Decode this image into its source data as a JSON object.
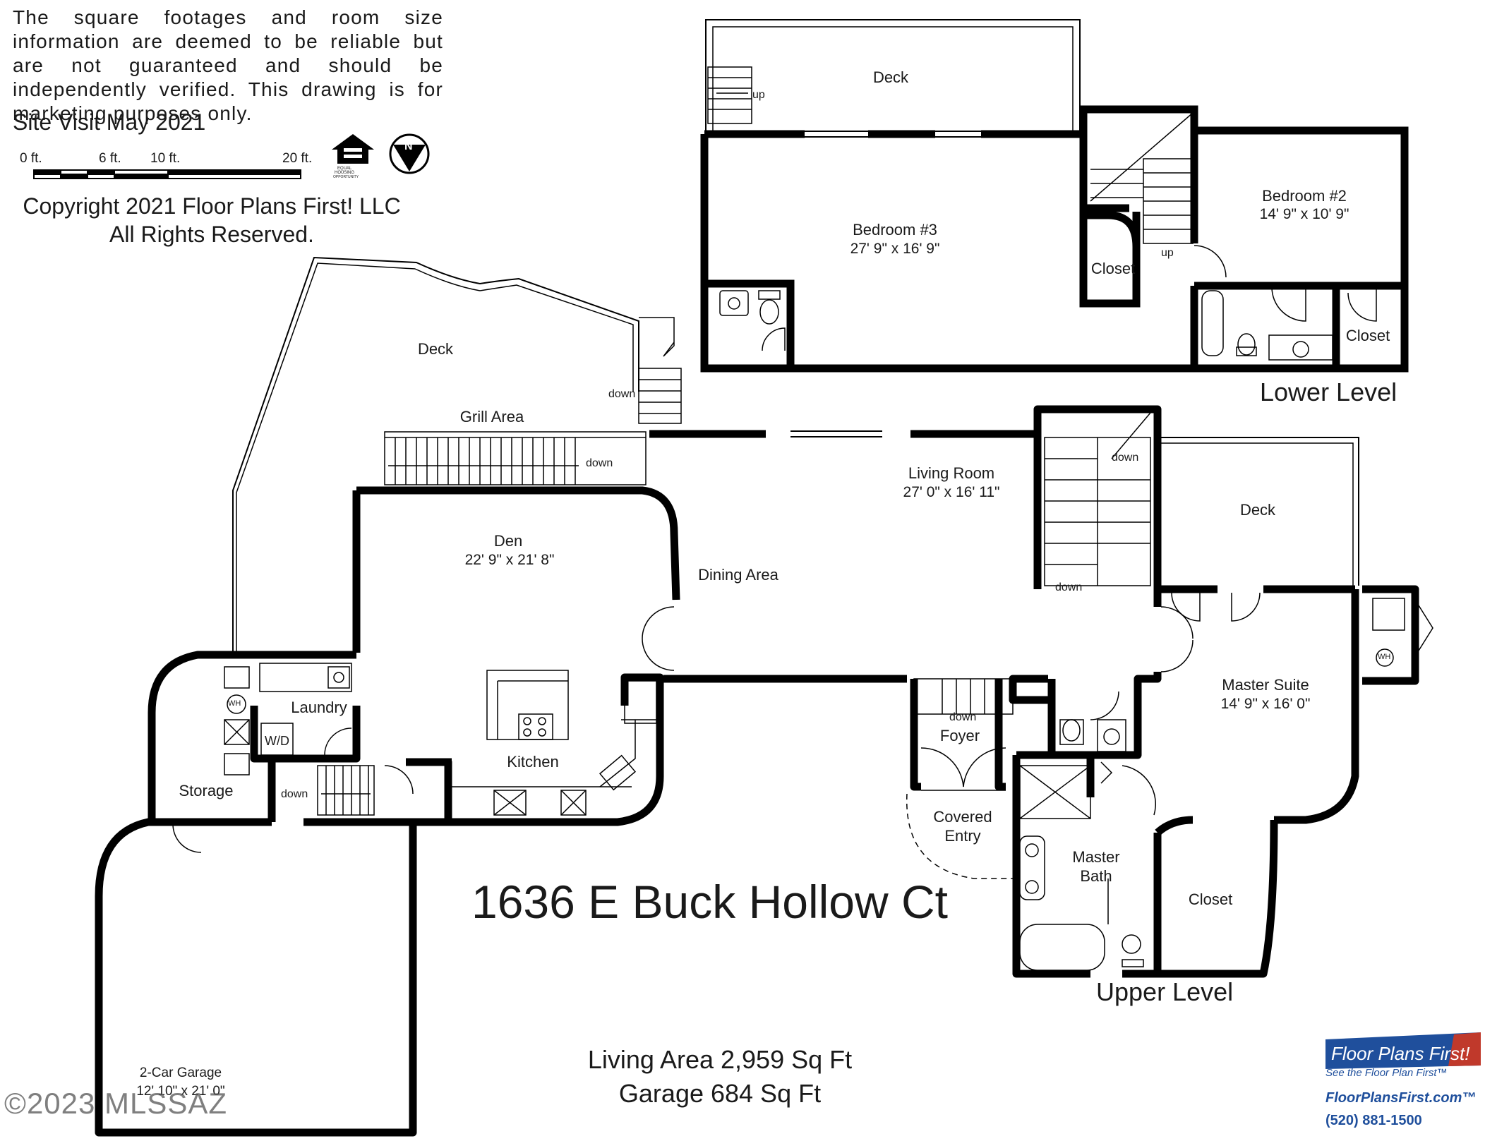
{
  "disclaimer": "The square footages and room size information are deemed to be reliable but are not guaranteed and should be independently verified. This drawing is for marketing purposes only.",
  "site_visit": "Site Visit May 2021",
  "scale": {
    "t0": "0 ft.",
    "t6": "6 ft.",
    "t10": "10 ft.",
    "t20": "20 ft."
  },
  "equal_housing": {
    "icon": "equal-housing-icon",
    "text1": "EQUAL",
    "text2": "HOUSING",
    "text3": "OPPORTUNITY"
  },
  "north_arrow": {
    "icon": "north-arrow-icon",
    "letter": "N"
  },
  "copyright": {
    "line1": "Copyright 2021 Floor Plans First! LLC",
    "line2": "All Rights Reserved."
  },
  "lower_level": {
    "title": "Lower Level",
    "deck": "Deck",
    "up1": "up",
    "up2": "up",
    "bedroom3": {
      "name": "Bedroom #3",
      "size": "27' 9\" x 16' 9\""
    },
    "bedroom2": {
      "name": "Bedroom #2",
      "size": "14' 9\" x 10' 9\""
    },
    "closet1": "Closet",
    "closet2": "Closet"
  },
  "upper_level": {
    "title": "Upper Level",
    "deck_left": "Deck",
    "deck_right": "Deck",
    "grill": "Grill Area",
    "down1": "down",
    "down2": "down",
    "down3": "down",
    "down4": "down",
    "down5": "down",
    "down6": "down",
    "living": {
      "name": "Living Room",
      "size": "27' 0\" x 16' 11\""
    },
    "dining": "Dining Area",
    "den": {
      "name": "Den",
      "size": "22' 9\" x 21' 8\""
    },
    "kitchen": "Kitchen",
    "laundry": "Laundry",
    "wd": "W/D",
    "wh1": "WH",
    "wh2": "WH",
    "storage": "Storage",
    "foyer": "Foyer",
    "covered_entry": [
      "Covered",
      "Entry"
    ],
    "master_suite": {
      "name": "Master Suite",
      "size": "14' 9\" x 16' 0\""
    },
    "master_bath": [
      "Master",
      "Bath"
    ],
    "closet": "Closet",
    "garage": {
      "name": "2-Car Garage",
      "size": "12' 10\" x 21' 0\""
    }
  },
  "address": "1636 E Buck Hollow Ct",
  "areas": {
    "living": "Living Area 2,959 Sq Ft",
    "garage": "Garage 684 Sq Ft"
  },
  "watermark": "©2023 MLSSAZ",
  "brand": {
    "name": "Floor Plans First!",
    "tagline": "See the Floor Plan First™",
    "url": "FloorPlansFirst.com™",
    "phone": "(520) 881-1500",
    "color": "#1f4f9c"
  }
}
